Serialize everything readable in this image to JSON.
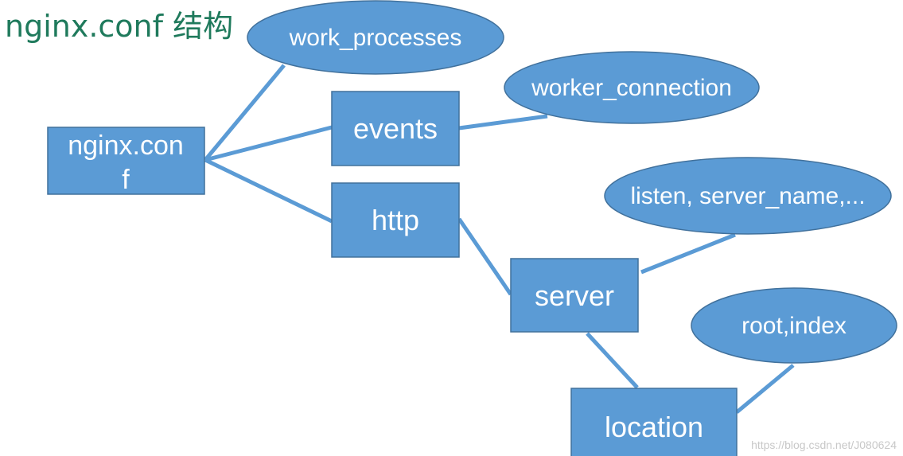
{
  "title": "nginx.conf 结构",
  "colors": {
    "title": "#1f7a5c",
    "node_fill": "#5b9bd5",
    "node_stroke": "#41719c",
    "edge": "#5b9bd5",
    "text": "#ffffff"
  },
  "nodes": {
    "root_line1": "nginx.con",
    "root_line2": "f",
    "events": "events",
    "http": "http",
    "server": "server",
    "location": "location",
    "work_processes": "work_processes",
    "worker_connection": "worker_connection",
    "listen": "listen, server_name,...",
    "root_index": "root,index"
  },
  "watermark": "https://blog.csdn.net/J080624"
}
